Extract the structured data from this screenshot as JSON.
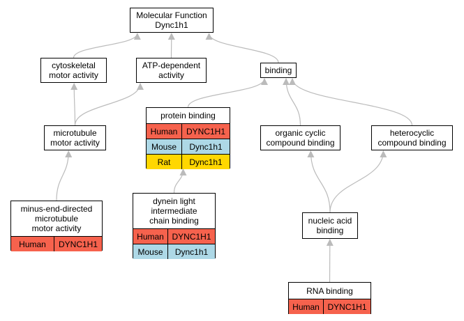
{
  "colors": {
    "human": "#f6624d",
    "mouse": "#add8e6",
    "rat": "#ffd700",
    "edge": "#bbbbbb",
    "border": "#000000"
  },
  "nodes": {
    "root": "Molecular Function\nDync1h1",
    "cytoskeletal": "cytoskeletal\nmotor activity",
    "atp_dependent": "ATP-dependent\nactivity",
    "binding": "binding",
    "microtubule_motor": "microtubule\nmotor activity",
    "organic_cyclic": "organic cyclic\ncompound binding",
    "heterocyclic": "heterocyclic\ncompound binding",
    "nucleic_acid": "nucleic acid\nbinding"
  },
  "gene_nodes": {
    "protein_binding": {
      "title": "protein binding",
      "rows": [
        {
          "species": "Human",
          "gene": "DYNC1H1",
          "color": "human"
        },
        {
          "species": "Mouse",
          "gene": "Dync1h1",
          "color": "mouse"
        },
        {
          "species": "Rat",
          "gene": "Dync1h1",
          "color": "rat"
        }
      ]
    },
    "minus_end": {
      "title": "minus-end-directed\nmicrotubule\nmotor activity",
      "rows": [
        {
          "species": "Human",
          "gene": "DYNC1H1",
          "color": "human"
        }
      ]
    },
    "dynein_light": {
      "title": "dynein light\nintermediate\nchain binding",
      "rows": [
        {
          "species": "Human",
          "gene": "DYNC1H1",
          "color": "human"
        },
        {
          "species": "Mouse",
          "gene": "Dync1h1",
          "color": "mouse"
        }
      ]
    },
    "rna_binding": {
      "title": "RNA binding",
      "rows": [
        {
          "species": "Human",
          "gene": "DYNC1H1",
          "color": "human"
        }
      ]
    }
  },
  "edges": [
    {
      "from": "cytoskeletal",
      "to": "root"
    },
    {
      "from": "atp_dependent",
      "to": "root"
    },
    {
      "from": "binding",
      "to": "root"
    },
    {
      "from": "microtubule_motor",
      "to": "cytoskeletal"
    },
    {
      "from": "microtubule_motor",
      "to": "atp_dependent"
    },
    {
      "from": "protein_binding",
      "to": "binding"
    },
    {
      "from": "organic_cyclic",
      "to": "binding"
    },
    {
      "from": "heterocyclic",
      "to": "binding"
    },
    {
      "from": "minus_end",
      "to": "microtubule_motor"
    },
    {
      "from": "dynein_light",
      "to": "protein_binding"
    },
    {
      "from": "nucleic_acid",
      "to": "organic_cyclic"
    },
    {
      "from": "nucleic_acid",
      "to": "heterocyclic"
    },
    {
      "from": "rna_binding",
      "to": "nucleic_acid"
    }
  ]
}
